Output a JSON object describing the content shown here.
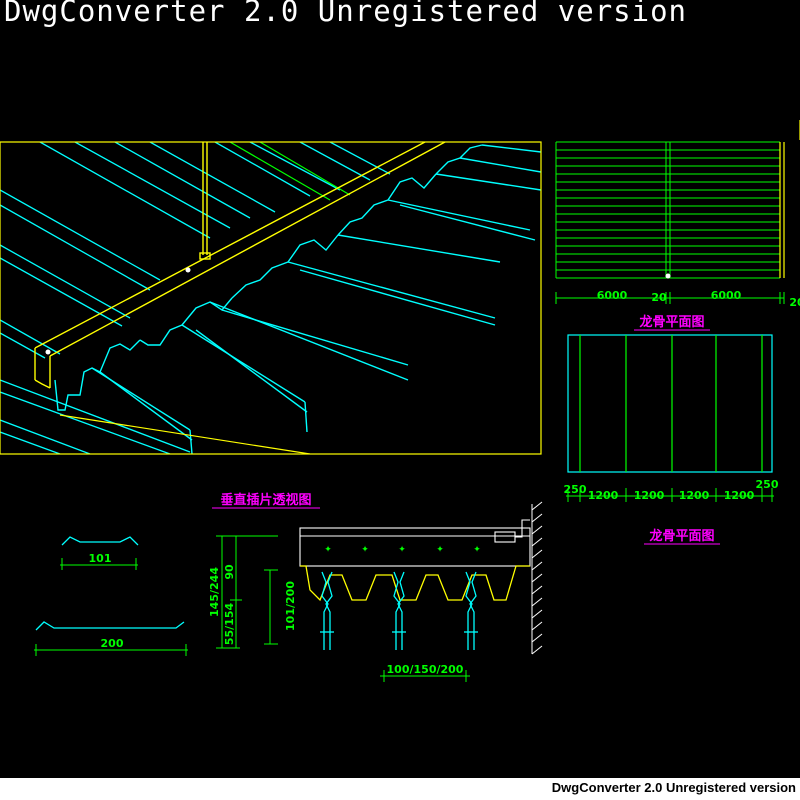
{
  "watermark": {
    "top_text": "DwgConverter 2.0 Unregistered version",
    "bottom_text": "DwgConverter 2.0 Unregistered version"
  },
  "colors": {
    "background": "#000000",
    "yellow": "#ffff00",
    "cyan": "#00ffff",
    "green": "#00ff00",
    "white": "#ffffff",
    "dim_text": "#00ff00",
    "title_text": "#ff00ff"
  },
  "titles": {
    "keel_plan_1": "龙骨平面图",
    "keel_plan_2": "龙骨平面图",
    "vertical_insert_perspective": "垂直插片透视图"
  },
  "dims": {
    "top_plan_left": "6000",
    "top_plan_mid": "20",
    "top_plan_right": "6000",
    "top_plan_edge": "20",
    "lower_plan_edge_left": "250",
    "lower_plan_edge_right": "250",
    "lower_plan_segments": [
      "1200",
      "1200",
      "1200",
      "1200"
    ],
    "profile_small": "101",
    "profile_large": "200",
    "section_h_total": "145/244",
    "section_h_top": "90",
    "section_h_bottom": "55/154",
    "section_h_right": "101/200",
    "section_spacing": "100/150/200"
  }
}
